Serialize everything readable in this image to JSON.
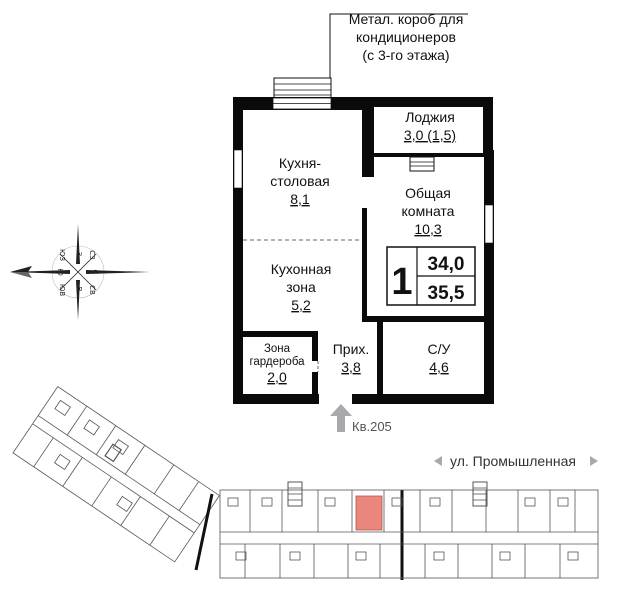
{
  "annotations": {
    "ac_box": [
      "Метал. короб для",
      "кондиционеров",
      "(с 3-го этажа)"
    ]
  },
  "rooms": {
    "kitchen_dining": {
      "name": [
        "Кухня-",
        "столовая"
      ],
      "area": "8,1"
    },
    "kitchen_zone": {
      "name": [
        "Кухонная",
        "зона"
      ],
      "area": "5,2"
    },
    "loggia": {
      "name": [
        "Лоджия"
      ],
      "area": "3,0 (1,5)"
    },
    "living_room": {
      "name": [
        "Общая",
        "комната"
      ],
      "area": "10,3"
    },
    "wardrobe": {
      "name": [
        "Зона",
        "гардероба"
      ],
      "area": "2,0"
    },
    "hallway": {
      "name": [
        "Прих."
      ],
      "area": "3,8"
    },
    "bathroom": {
      "name": [
        "С/У"
      ],
      "area": "4,6"
    }
  },
  "summary": {
    "rooms_count": "1",
    "living_area": "34,0",
    "total_area": "35,5"
  },
  "entrance": {
    "label": "Кв.205"
  },
  "compass": {
    "north": "С",
    "south": "Ю",
    "east": "В",
    "west": "З",
    "ne": "СВ",
    "nw": "СЗ",
    "se": "ЮВ",
    "sw": "ЮЗ"
  },
  "street": {
    "name": "ул. Промышленная"
  },
  "colors": {
    "walls": "#0a0a0a",
    "highlight": "#e9877d",
    "arrow": "#a7a9ac",
    "plan_lines": "#555555"
  }
}
